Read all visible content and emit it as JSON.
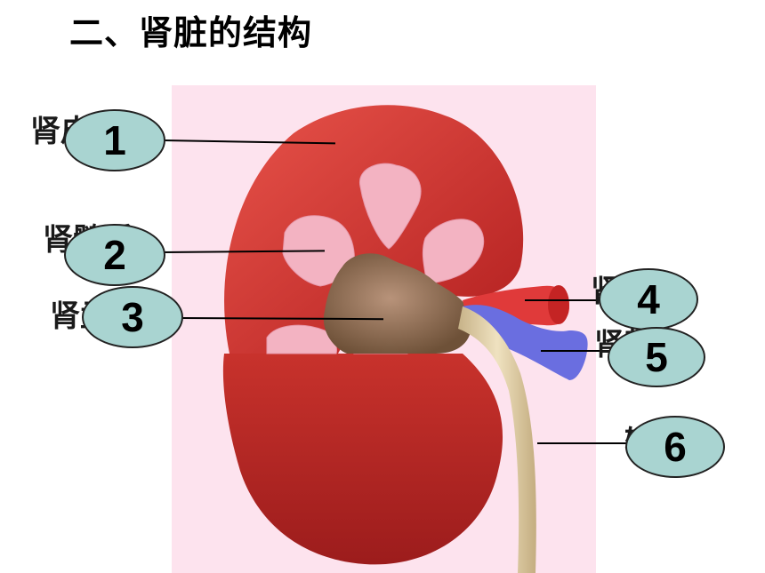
{
  "title": "二、肾脏的结构",
  "labels": {
    "l1": "肾皮质",
    "l2": "肾髓质",
    "l3": "肾盂",
    "l4": "肾动脉",
    "l5": "肾静脉",
    "l6": "输尿管"
  },
  "markers": [
    "1",
    "2",
    "3",
    "4",
    "5",
    "6"
  ],
  "colors": {
    "oval_fill": "#a9d4d1",
    "panel_bg": "#fde3ee",
    "cortex": "#d83a33",
    "medulla": "#f3a9b8",
    "pelvis": "#8a6a50",
    "artery": "#e03a3a",
    "vein": "#6a6ee0",
    "ureter": "#d9c9a2"
  }
}
